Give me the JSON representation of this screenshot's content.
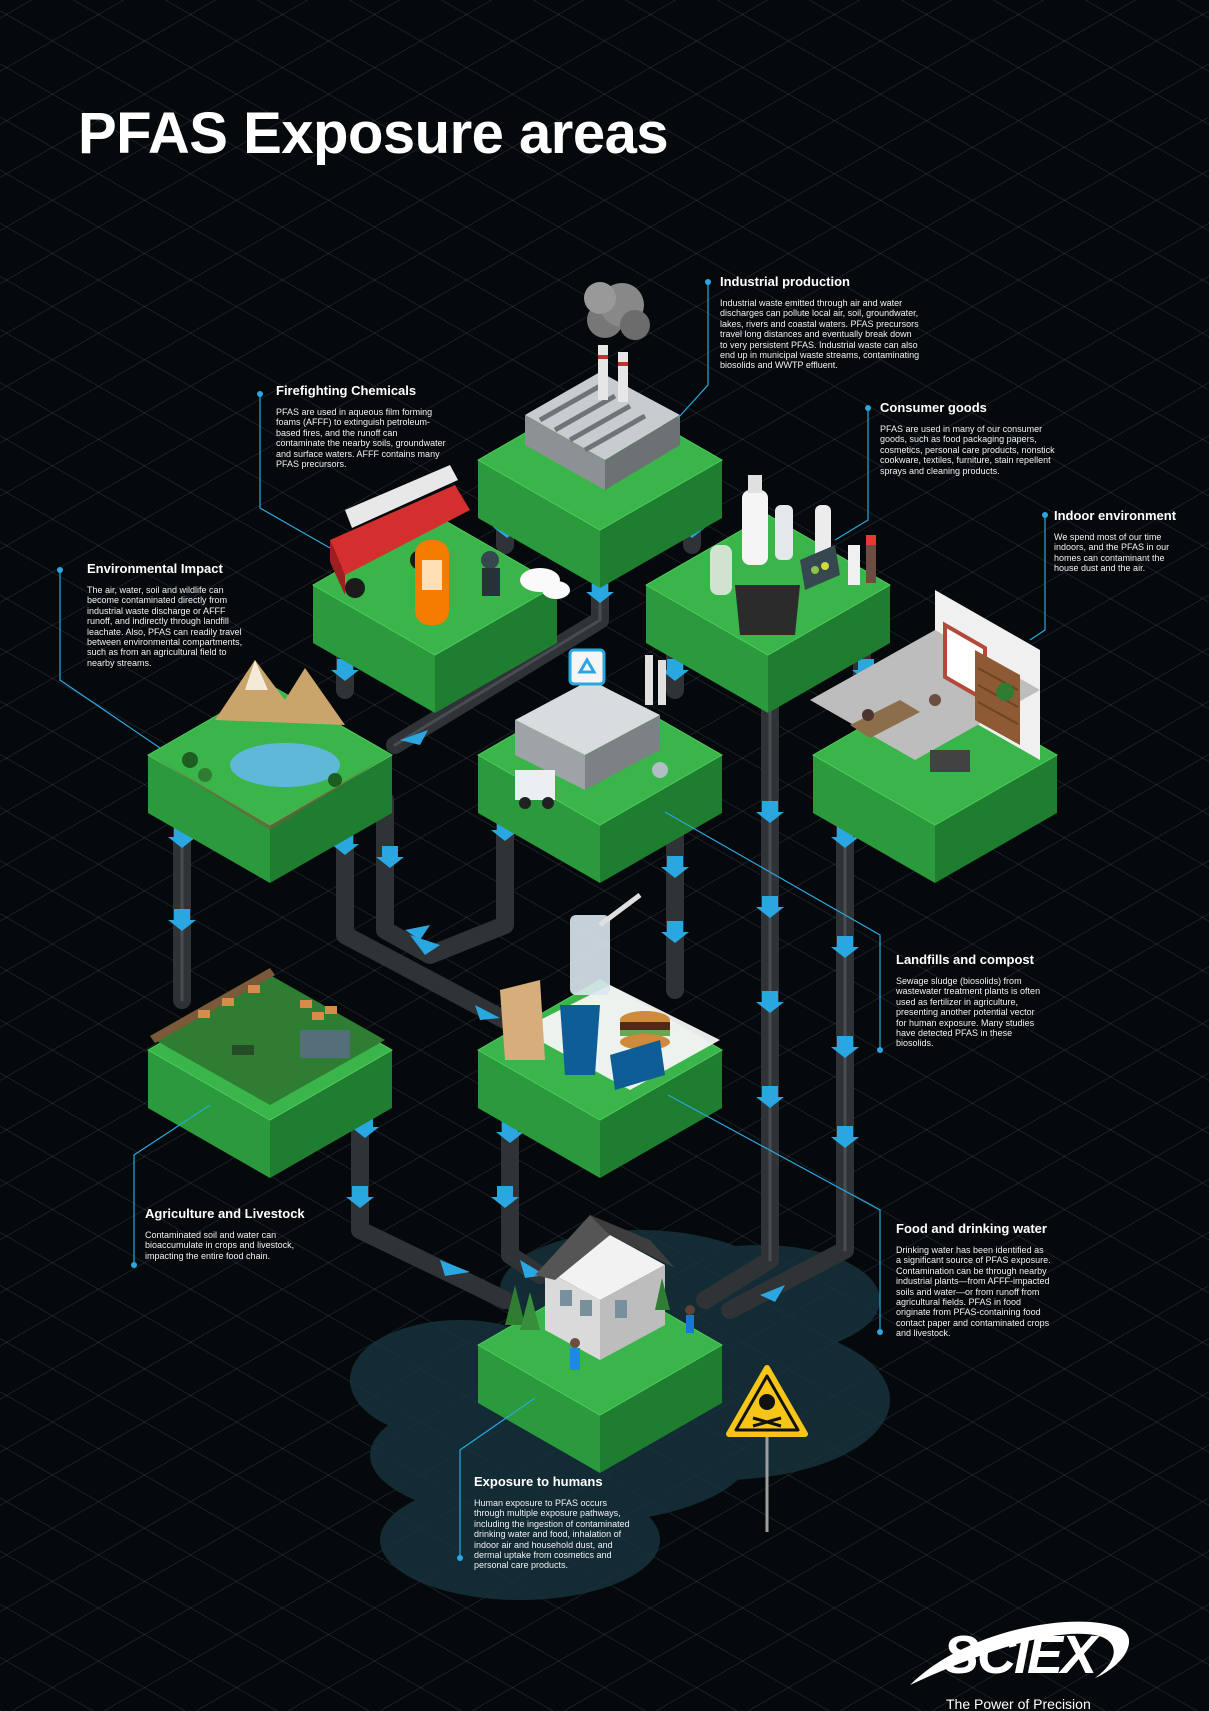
{
  "title": "PFAS Exposure areas",
  "callouts": {
    "industrial": {
      "heading": "Industrial production",
      "body": "Industrial waste emitted through air and water discharges can pollute local air, soil, groundwater, lakes, rivers and coastal waters. PFAS precursors travel long distances and eventually break down to very persistent PFAS. Industrial waste can also end up in municipal waste streams, contaminating biosolids and WWTP effluent."
    },
    "firefighting": {
      "heading": "Firefighting Chemicals",
      "body": "PFAS are used in aqueous film forming foams (AFFF) to extinguish petroleum-based fires, and the runoff can contaminate the nearby soils, groundwater and surface waters. AFFF contains many PFAS precursors."
    },
    "consumer": {
      "heading": "Consumer goods",
      "body": "PFAS are used in many of our consumer goods, such as food packaging papers, cosmetics, personal care products, nonstick cookware, textiles, furniture, stain repellent sprays and cleaning products."
    },
    "indoor": {
      "heading": "Indoor environment",
      "body": "We spend most of our time indoors, and the PFAS in our homes can contaminant the house dust and the air."
    },
    "environmental": {
      "heading": "Environmental Impact",
      "body": "The air, water, soil and wildlife can become contaminated directly from industrial waste discharge or AFFF runoff, and indirectly through landfill leachate. Also, PFAS can readily travel between environmental compartments, such as from an agricultural field to nearby streams."
    },
    "landfills": {
      "heading": "Landfills and compost",
      "body": "Sewage sludge (biosolids) from wastewater treatment plants is often used as fertilizer in agriculture, presenting another potential vector for human exposure. Many studies have detected PFAS in these biosolids."
    },
    "agriculture": {
      "heading": "Agriculture and Livestock",
      "body": "Contaminated soil and water can bioaccumulate in crops and livestock, impacting the entire food chain."
    },
    "food": {
      "heading": "Food and drinking water",
      "body": "Drinking water has been identified as a significant source of PFAS exposure. Contamination can be through nearby industrial plants—from AFFF-impacted soils and water—or from runoff from agricultural fields. PFAS in food originate from PFAS-containing food contact paper and contaminated crops and livestock."
    },
    "humans": {
      "heading": "Exposure to humans",
      "body": "Human exposure to PFAS occurs through multiple exposure pathways, including the ingestion of contaminated drinking water and food, inhalation of indoor air and household dust, and dermal uptake from cosmetics and personal care products."
    }
  },
  "brand": {
    "name": "SCIEX",
    "tagline": "The Power of Precision"
  },
  "colors": {
    "platform_top": "#3ab54a",
    "platform_left": "#2a9a3c",
    "platform_right": "#1f7d30",
    "pipe": "#2f3336",
    "flow_arrow": "#2aa7e0",
    "leader_line": "#2aa7e0",
    "hazard_sign": "#f5c518"
  }
}
